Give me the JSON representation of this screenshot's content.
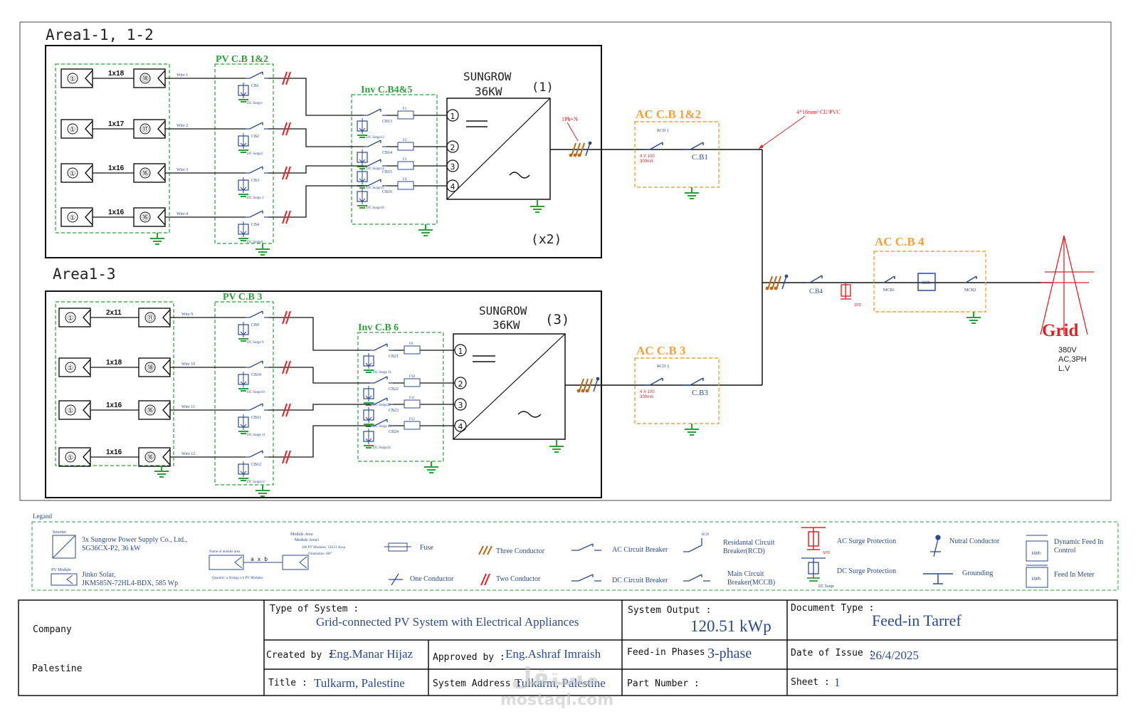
{
  "areas": {
    "area12": {
      "title": "Area1-1, 1-2",
      "multiplier": "(x2)"
    },
    "area3": {
      "title": "Area1-3"
    }
  },
  "inverters": [
    {
      "brand": "SUNGROW",
      "rating": "36KW",
      "index": "(1)"
    },
    {
      "brand": "SUNGROW",
      "rating": "36KW",
      "index": "(3)"
    }
  ],
  "boxes": {
    "pvcb12": "PV C.B 1&2",
    "invcb45": "Inv C.B4&5",
    "pvcb3": "PV C.B 3",
    "invcb6": "Inv C.B 6",
    "accb12": "AC C.B 1&2",
    "accb3": "AC C.B 3",
    "accb4": "AC C.B 4"
  },
  "strings_area12": [
    {
      "start": "①",
      "qty": "1x18",
      "end": "⑱",
      "wire": "Wire 1",
      "cb": "CB1",
      "surge": "DC Surge1"
    },
    {
      "start": "①",
      "qty": "1x17",
      "end": "⑰",
      "wire": "Wire 2",
      "cb": "CB2",
      "surge": "DC Surge2"
    },
    {
      "start": "①",
      "qty": "1x16",
      "end": "⑯",
      "wire": "Wire 3",
      "cb": "CB3",
      "surge": "DC Surge 3"
    },
    {
      "start": "①",
      "qty": "1x16",
      "end": "⑯",
      "wire": "Wire 4",
      "cb": "CB4",
      "surge": "DC Surge4"
    }
  ],
  "strings_area3": [
    {
      "start": "①",
      "qty": "2x11",
      "end": "⑪",
      "wire": "Wire 9",
      "cb": "CB9",
      "surge": "DC Surge 9"
    },
    {
      "start": "①",
      "qty": "1x18",
      "end": "⑱",
      "wire": "Wire 10",
      "cb": "CB10",
      "surge": "DC Surge10"
    },
    {
      "start": "①",
      "qty": "1x16",
      "end": "⑯",
      "wire": "Wire 11",
      "cb": "CB11",
      "surge": "DC Surge 11"
    },
    {
      "start": "①",
      "qty": "1x16",
      "end": "⑯",
      "wire": "Wire 12",
      "cb": "CB12",
      "surge": "DC Surge12"
    }
  ],
  "inv_inputs_1": [
    {
      "cb": "CB13",
      "fuse": "F1",
      "surge": "DC Surge13",
      "port": "1"
    },
    {
      "cb": "CB14",
      "fuse": "F2",
      "surge": "DC Surge14",
      "port": "2"
    },
    {
      "cb": "CB15",
      "fuse": "F3",
      "surge": "DC Surge15",
      "port": "3"
    },
    {
      "cb": "CB16",
      "fuse": "F4",
      "surge": "DC Surge16",
      "port": "4"
    }
  ],
  "inv_inputs_3": [
    {
      "cb": "CB21",
      "fuse": "F9",
      "surge": "DC Surge 21",
      "port": "1"
    },
    {
      "cb": "CB22",
      "fuse": "F10",
      "surge": "DC Surge22",
      "port": "2"
    },
    {
      "cb": "CB23",
      "fuse": "F11",
      "surge": "DC Surge 23",
      "port": "3"
    },
    {
      "cb": "CB24",
      "fuse": "F12",
      "surge": "DC Surge24",
      "port": "4"
    }
  ],
  "ac": {
    "rcd1": "RCD 1",
    "rcd3": "RCD 3",
    "rcd_rating": "4 X 100",
    "rcd_trip": "300mA",
    "cb1": "C.B1",
    "cb3": "C.B3",
    "cb4": "C.B4",
    "mcb1": "MCB1",
    "mcb2": "MCB2",
    "kwh": "kWh",
    "spd": "SPD",
    "phase_note": "1Ph+N",
    "cable_note": "4*16mm² CU/PVC"
  },
  "grid": {
    "label": "Grid",
    "spec1": "380V",
    "spec2": "AC,3PH",
    "spec3": "L.V"
  },
  "legend": {
    "title": "Legand",
    "inverter_tag": "Inverter",
    "inverter_text1": "3x Sungrow Power Supply Co., Ltd.,",
    "inverter_text2": "SG36CX-P2, 36 kW",
    "pv_tag": "PV Module",
    "pv_text1": "Jinko Solar,",
    "pv_text2": "JKM585N-72HL4-BDX, 585 Wp",
    "module_area1": "Module Area",
    "module_area2": "Module Area1",
    "module_area3": "206 PV Modules, 120.51 Kwp",
    "module_area4": "Oriantation 180°",
    "name_of_area": "Name of module area",
    "axb": "a x b",
    "quantity": "Quantity: a Strings x b PV Modules",
    "fuse": "Fuse",
    "three_cond": "Three Conductor",
    "one_cond": "One Conductor",
    "two_cond": "Two Conductor",
    "ac_cb": "AC Circuit Breaker",
    "dc_cb": "DC Circuit Breaker",
    "rcd1": "Residantal Circuit",
    "rcd2": "Breaker(RCD)",
    "rcd_tag": "RCD",
    "mccb1": "Main Circuit",
    "mccb2": "Breaker(MCCB)",
    "ac_surge": "AC Surge Protection",
    "dc_surge": "DC Surge Protection",
    "spd": "SPD",
    "dc_surge_tag": "DC Surge",
    "neutral": "Nutral Conductor",
    "grounding": "Grounding",
    "dyn1": "Dynamic Feed In",
    "dyn2": "Control",
    "meter": "Feed In Meter",
    "kwh": "kWh"
  },
  "title_block": {
    "company_label": "Company",
    "company_value": "Palestine",
    "type_label": "Type of System :",
    "type_value": "Grid-connected PV System with Electrical Appliances",
    "output_label": "System Output :",
    "output_value": "120.51 kWp",
    "doctype_label": "Document Type :",
    "doctype_value": "Feed-in Tarref",
    "created_label": "Created by :",
    "created_value": "Eng.Manar Hijaz",
    "approved_label": "Approved by :",
    "approved_value": "Eng.Ashraf Imraish",
    "phases_label": "Feed-in Phases :",
    "phases_value": "3-phase",
    "date_label": "Date of Issue :",
    "date_value": "26/4/2025",
    "title_label": "Title :",
    "title_value": "Tulkarm, Palestine",
    "address_label": "System Address :",
    "address_value": "Tulkarm, Palestine",
    "part_label": "Part Number :",
    "sheet_label": "Sheet :",
    "sheet_value": "1"
  },
  "watermark": {
    "text1": "مستقل",
    "text2": "mostaql.com"
  },
  "colors": {
    "green": "#2e9d3b",
    "orange": "#f2a23a",
    "red": "#d9262b",
    "blue": "#2b4a8c"
  }
}
